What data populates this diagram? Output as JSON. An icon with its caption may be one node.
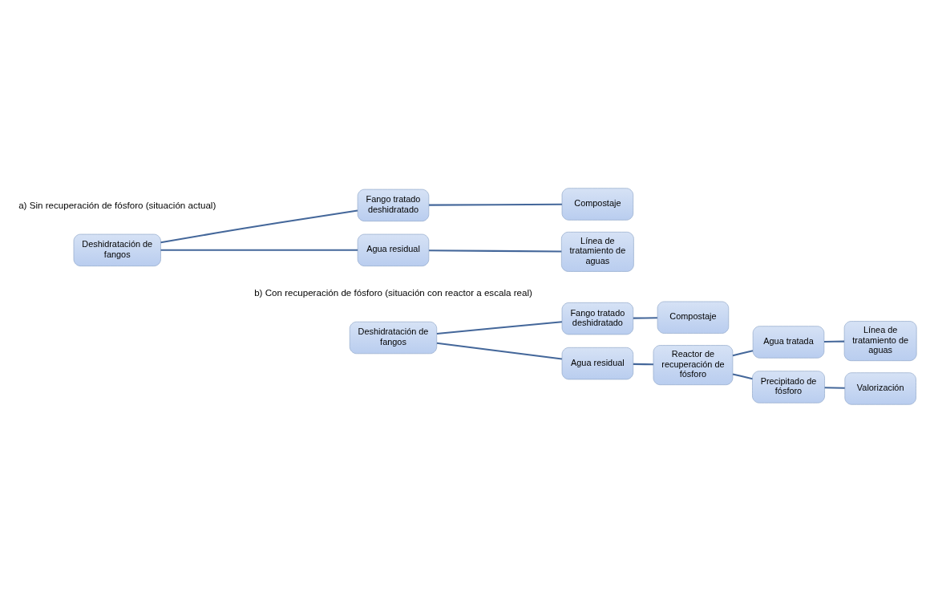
{
  "diagram": {
    "nodes": [
      {
        "text": [
          "Deshidratación de fangos"
        ]
      },
      {
        "text": [
          "Fango tratado deshidratado"
        ]
      },
      {
        "text": [
          "Agua residual"
        ]
      },
      {
        "text": [
          "Compostaje"
        ]
      },
      {
        "text": [
          "Línea de tratamiento de aguas"
        ]
      },
      {
        "text": [
          "Deshidratación de fangos"
        ]
      },
      {
        "text": [
          "Fango tratado deshidratado"
        ]
      },
      {
        "text": [
          "Compostaje"
        ]
      },
      {
        "text": [
          "Agua residual"
        ]
      },
      {
        "text": [
          "Reactor de recuperación de fósforo"
        ]
      },
      {
        "text": [
          "Agua tratada"
        ]
      },
      {
        "text": [
          "Línea de tratamiento de aguas"
        ]
      },
      {
        "text": [
          "Precipitado de fósforo"
        ]
      },
      {
        "text": [
          "Valorización"
        ]
      }
    ],
    "edges": [
      {
        "from": 0,
        "to": 1,
        "arrow": "none"
      },
      {
        "from": 0,
        "to": 2,
        "arrow": "none"
      },
      {
        "from": 1,
        "to": 3,
        "arrow": "none"
      },
      {
        "from": 2,
        "to": 4,
        "arrow": "none"
      },
      {
        "from": 5,
        "to": 6,
        "arrow": "none"
      },
      {
        "from": 5,
        "to": 8,
        "arrow": "none"
      },
      {
        "from": 6,
        "to": 7,
        "arrow": "none"
      },
      {
        "from": 8,
        "to": 9,
        "arrow": "none"
      },
      {
        "from": 9,
        "to": 10,
        "arrow": "none"
      },
      {
        "from": 9,
        "to": 12,
        "arrow": "none"
      },
      {
        "from": 10,
        "to": 11,
        "arrow": "none"
      },
      {
        "from": 12,
        "to": 13,
        "arrow": "none"
      }
    ],
    "labels": [
      "a) Sin recuperación de fósforo (situación actual)",
      "b) Con recuperación de fósforo (situación con reactor a escala real)"
    ]
  }
}
